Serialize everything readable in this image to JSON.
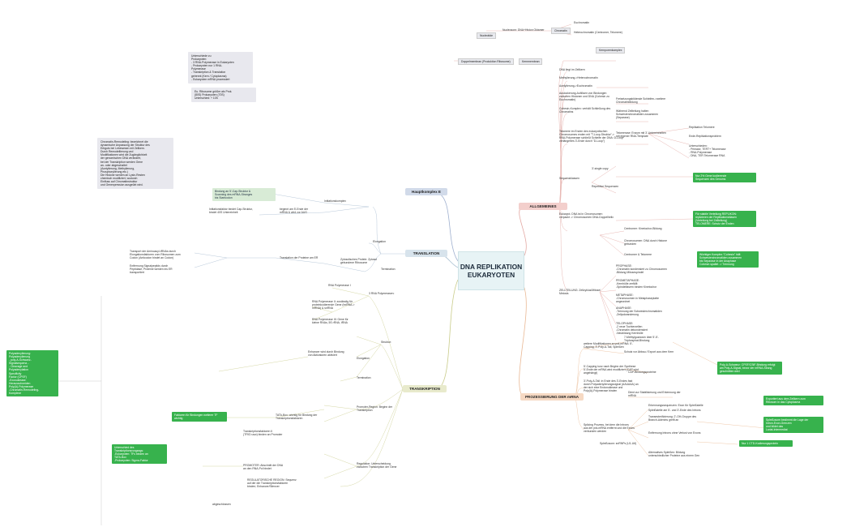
{
  "center": "DNA REPLIKATION\nEUKARYOTEN",
  "main": {
    "allgemeines": "ALLGEMEINES",
    "prozessierung": "PROZESSIERUNG DER mRNA",
    "hauptkomplex": "Hauptkomplex E",
    "translation": "TRANSLATION",
    "transkription": "TRANSKRIPTION"
  },
  "top": {
    "nucleotide": "Nucleotide",
    "nucleosom": "Nucleosom: DNA+Histon Oktamer",
    "chromatin": "Chromatin",
    "euchromatin": "Euchromatin",
    "heterochromatin": "Heterochromatin (Centromer, Telomere)",
    "ribosom": "Doppelmembran (Produktion Ribosome)",
    "kernmembran": "Kernmembran",
    "kernporen": "Kernporenkomplex"
  },
  "allgemeines_items": [
    "DNA liegt im Zellkern",
    "Methylierung->Heterochromatin",
    "Acetylierung->Euchromatin",
    "Auslockerung-Auflösen von Bindungen\nzwischen Histonen und DNA (Cohesin zu\nEuchromatin)",
    "Cohesin-Komplex: verhält Schließung des\nChromatins",
    "Telomere im Enden des eukaryotischen\nChromosomes enden mit \"T-Loop-Struktur\"->\nRNA-Polymerase schließt Schleife der DNA: D-Loop\nverlängertes 3'-Ende durch \"D-Loop\")",
    "Sequenzklassen",
    "Eukaryot. DNA ist in Chromosomen\nverpackt -> Chromosomen DNA-Doppelhelix",
    "ZELLTEILUNG: Zellzyklus/Mitose/\nMeiosis"
  ],
  "allgemeines_sub": [
    "Freisetzungsbildende Schleifen->weitere\nChromatinbildung",
    "Während Zellteilung halten\nSchwesterchromatiden zusammen\n(Separase)",
    "Telomerase: Enzym mit 3'-Untereinheiten\nmit eigener RNA-Template",
    "3'-single copy",
    "Repetitive Sequenzen",
    "Centromer: Kinetochor-Bildung",
    "Chromosomen: DNA durch Histone\ngebunden",
    "Centromer & Telomere",
    "PROPHASE:\n-Chromatin kondensiert zu Chromosomen\n-Bildung Mitosespindel",
    "PROMETAPHASE:\n-Kernhülle zerfällt\n-Spindelfasern binden Kinetochor",
    "METAPHASE:\n-Chromosomen in Metaphaseplatte\nangeordnet",
    "ANAPHASE:\n-Trennung der Schwesterchromatiden\n-Zellpolwanderung",
    "TELOPHASE:\n-2 neue Tochterzellen\n-Chromatin dekondensiert\n-Neubildung Kernhülle"
  ],
  "allgemeines_right": [
    "Replikation Telomere",
    "Ende-Replikationsproblem",
    "Unterschieden:\n- Primase, TERT+ Telomerase\n- RNA-Polymerase\n- DNA, TER Telomerase RNA"
  ],
  "green_right": [
    "Nur 2% Gene kodierende\nSequenzen des Genoms",
    "Für stabile Verteilung REPLIKON:\nreplizieren der Replikationsblasen\n(Verteilung bei Zellteilung)\nTELOMERE: Schutz der Enden",
    "Wichtiger Komplex \"Cohesin\" hält\nSchwesterchromatiden zusammen\nbis Separase in der Anaphase\nCohesin spaltet -> Trennung"
  ],
  "prozess_items": [
    "weitere Modifikationen an prä-mRNA: 5'-\nCapping, 3'-Poly-A-Tail, Spleißen",
    "5'-Capping kurz nach Beginn der Synthese\n5'-Ende der mRNA wird modifiziert (CAP wird\nangehängt)",
    "3'-Poly-A-Tail: in Ende des 3'-Endes fast\ndurch Polyadenylierungssignal (AAUAAA) an\nder sich eine Endonuklease und\nPoly(A)-Polymerase binden",
    "Splicing Prozess, bei dem die Introns\naus der prä-mRNA entfernt und die Exons\nverbunden werden",
    "Spleißosom: snRNPs (U1-U6)"
  ],
  "prozess_sub": [
    "7-Methylguanosin über 5'-5'-\nTriphosphat-Bindung",
    "Schutz vor Abbau / Export aus dem Kern",
    "CAP-Bindungsproteine",
    "Dient zur Stabilisierung und Erkennung der\nmRNA",
    "Erkennungssequenzen: Exon für Spleißstelle",
    "Spleißstelle am 5'- und 3'-Ende des Introns",
    "Transesterifizierung: 2'-OH-Gruppe des\nBranch-Adenins greift an",
    "Entfernung Introns ohne Verlust von Exons",
    "Alternatives Spleißen: Bildung\nunterschiedlicher Proteine aus einem Gen"
  ],
  "prozess_green": [
    "Poly-A-Schwanz: CPSF/CStF-Bindung erfolgt\nam Poly-A-Signal, bevor der mRNA-Strang\ngeschnitten wird",
    "Spleißosom bestimmt die Lage der\nIntron-Exon-Grenzen\nund bildet das\nLariat-Intermediat",
    "Exportiert aus dem Zellkern zum\nRibosom in das Cytoplasma",
    "Nur 1 CTD-Kodierungsprotein"
  ],
  "left_gray": [
    "Unterschiede zu\nProkaryoten:\n- 3 RNA-Polymerase in Eukaryoten\n- Prokaryoten nur 1 RNA-\nPolymerase\n- Transkription & Translation\ngetrennt (Kern / Cytoplasma)\n- Eukaryoten mRNA prozessiert",
    "Eu. Ribosome größer als Prok.\n(80S) Prokaryoten (70S)\nUnterschied: + 10S",
    "Chromatin-Remodeling: bezeichnet die\ndynamische Anpassung der Struktur des\nErbguts bei Lebewesen mit Zellkern.\nDurch Remodellierung und\nModifikationen wird die Zugänglichkeit\nder genomischen DNA verändert,\nbei der Transkription werden Gene\nan- oder abgeschaltet\n(Acetylierung, Methylierung,\nPhosphorylierung etc.)\nDie Histone werden an Lysin-Resten\nchemisch modifiziert, wodurch\nEinfluss auf Chromatinstruktur\nund Genexpression ausgeübt wird."
  ],
  "translation_items": [
    "Initiationskomplex",
    "Elongation",
    "Termination",
    "Transport der Aminoacyl-tRNAs durch\nElongationsfaktoren vom Ribosomen zum\nCodon (Anticodon bindet an Codon)",
    "Entfernung Signalpeptids durch\nPeptidase; Proteine werden ins ER\ntransportiert",
    "Bindung an 5'-Cap-Struktur &\nScanning des mRNA-Stranges\nbis Startcodon",
    "Initiationsfaktor bindet Cap-Struktur,\nbindet 40S Untereinheit",
    "beginnt am 5'-Ende der\nmRNA & wird zur AUG",
    "Translation der Proteine am ER",
    "Zytosolisches Protein: Zytosol\ngebundene Ribosome"
  ],
  "transkription_items": [
    "3 RNA Polymerasen:",
    "RNA Polymerase I",
    "RNA Polymerase II: zuständig für\nproteinkodierende Gene (hnRNA->\nmRNA) & snRNA",
    "RNA Polymerase III: Gene für\nkleine RNAs, 5S rRNA, tRNA",
    "Struktur:",
    "Enhancer wird durch Bindung\nvon Aktivatoren aktiviert",
    "Elongation",
    "Termination",
    "Promoter-Region: Beginn der\nTranskription",
    "TATA-Box: wichtig für Bindung der\nTranskriptionsfaktoren",
    "Regulation: Unterscheidung\nzwischen Transkription der Gene",
    "Transkriptionsfaktoren II\n(TFIID usw) binden an Promoter",
    "PROMOTER: Abschnitt der DNA\nan den RNA-Pol bindet",
    "REGULATORISCHE REGION: Sequenz\nauf der die Transkriptionsfaktoren\nbinden; Enhancer/Silencer",
    "abgeschlossen"
  ],
  "transkription_green": [
    "Faktoren für Bindungen weiterer TF\nwichtig",
    "Unterschied des\nTranskriptionsvorgangs:\n-Eukaryoten: TFs binden an\nTATA-Box\n-Prokaryoten: Sigma-Faktor"
  ],
  "far_left_green": "Polyadenylierung:\nPolyadenylierung\n- poly-A-Schwanz-\nSignalsequenz...\n- Cleavage and\nPolyadenylation\nSpecificity\nFactor (CPSF)\n-Exonuklease:\nHerausschneiden\nPoly(A)-Polymerase\n-Chromatin-Remodeling-\nKomplexe",
  "colors": {
    "center_fill": "#e7f3f5",
    "allgemeines": "#f3cfcc",
    "prozessierung": "#f6d9c3",
    "translation": "#d7e3ec",
    "transkription": "#e8eacc",
    "hauptkomplex": "#d1dae9",
    "green_note": "#37b24d"
  }
}
